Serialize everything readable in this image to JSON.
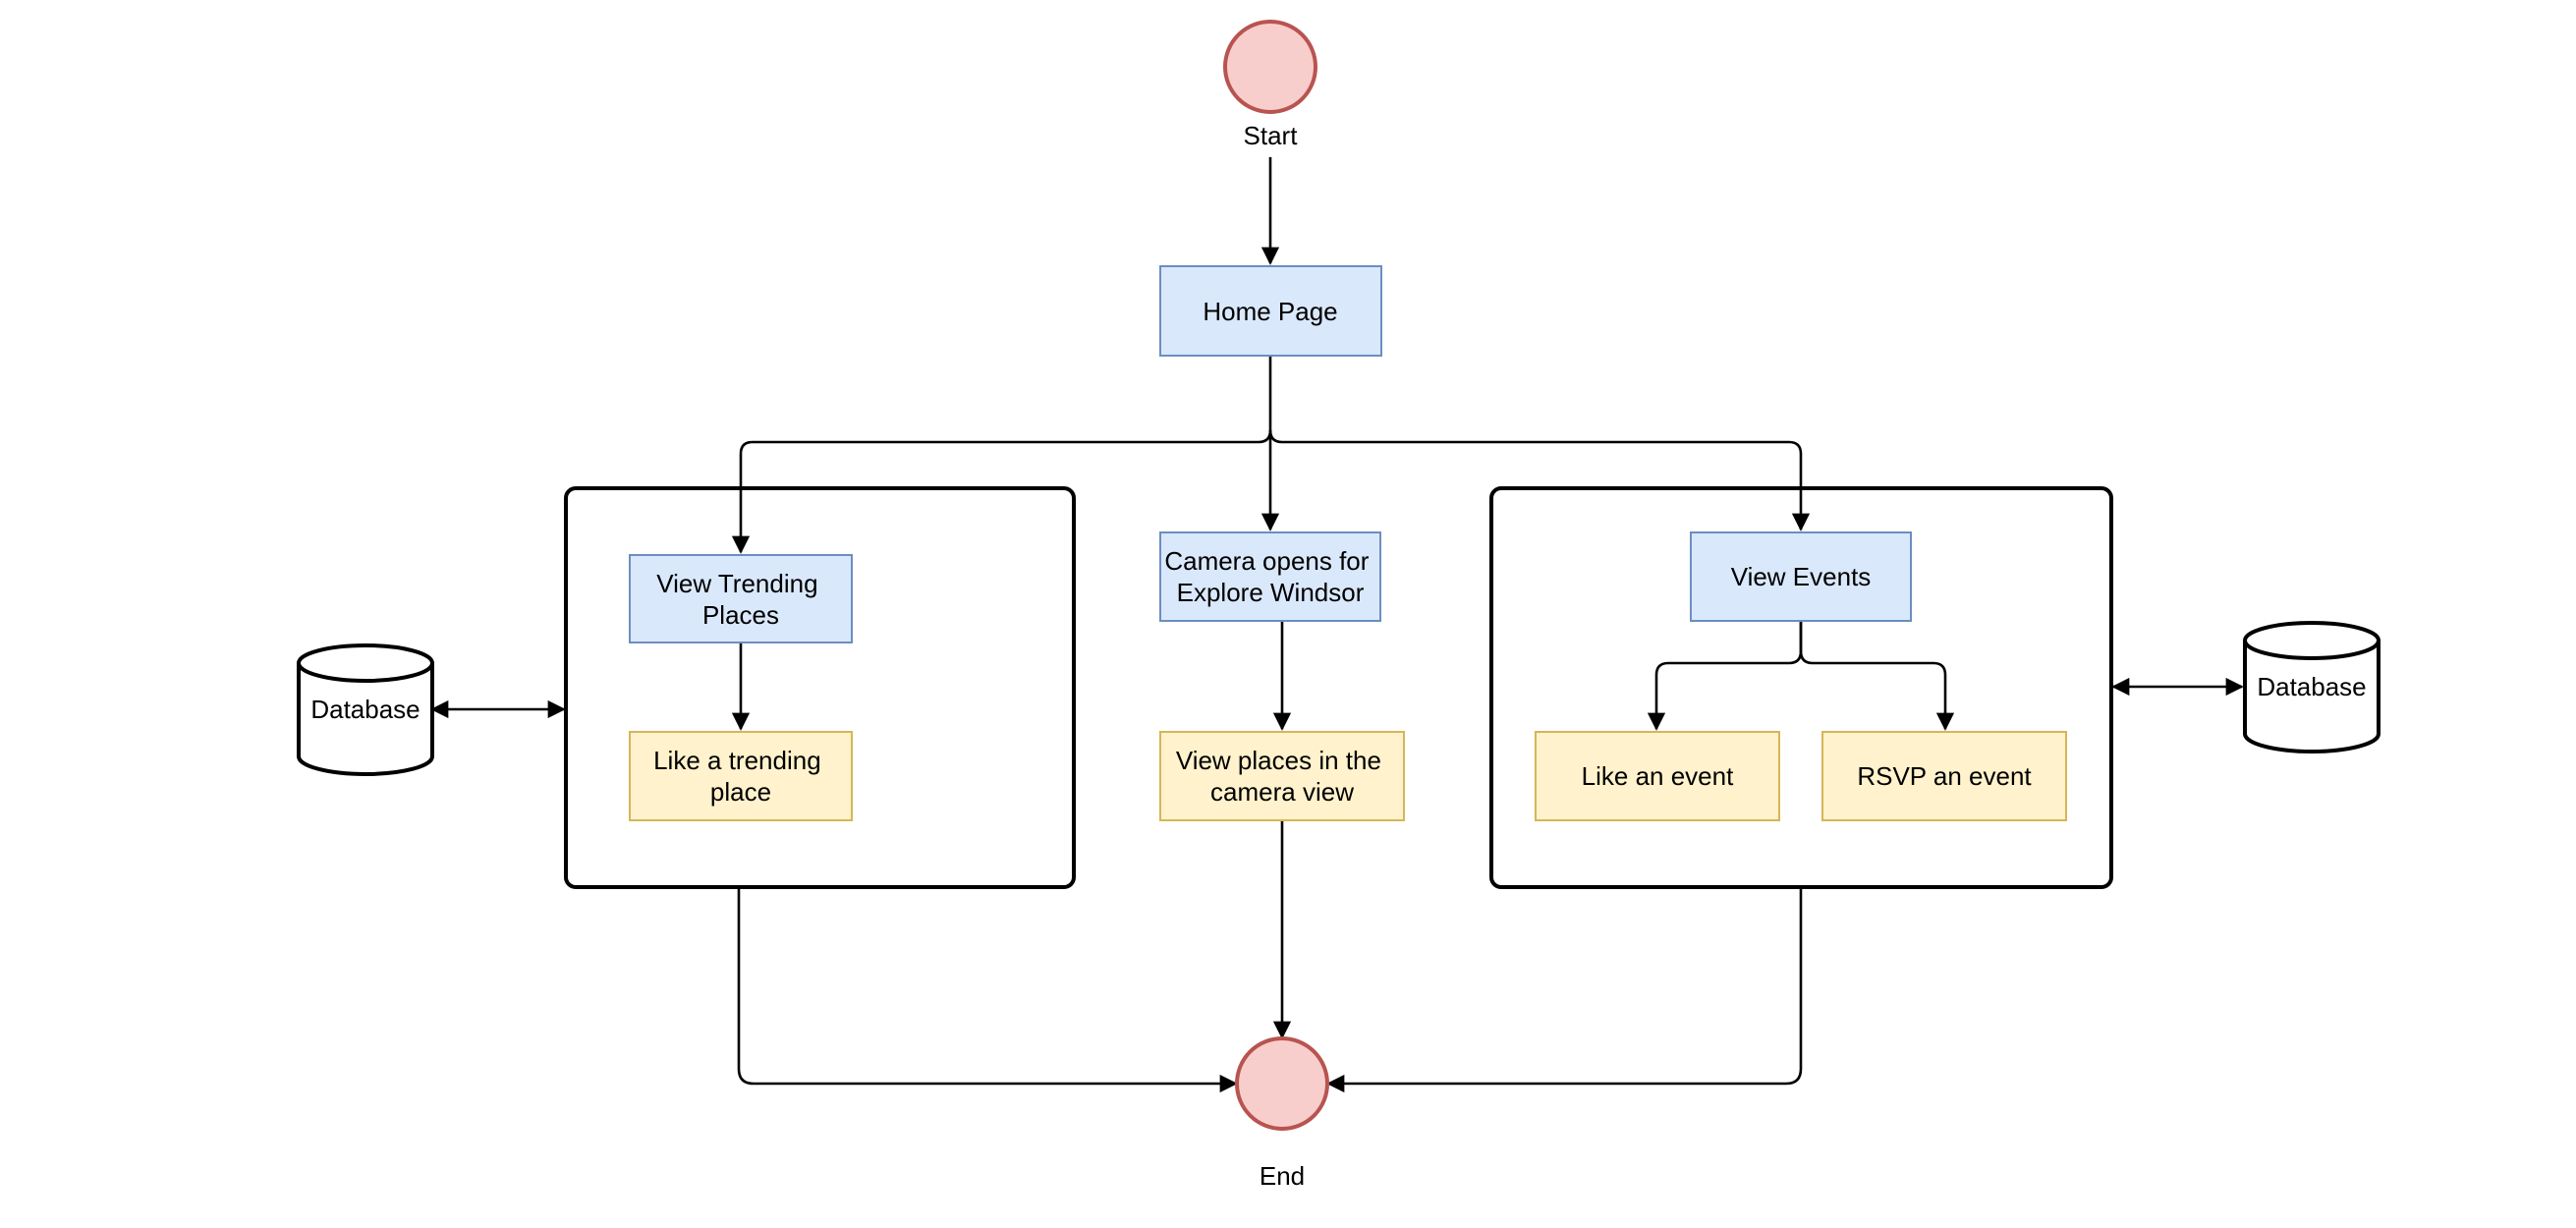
{
  "colors": {
    "process_fill": "#dae8fc",
    "process_stroke": "#6c8ebf",
    "action_fill": "#fff2cc",
    "action_stroke": "#d6b656",
    "terminal_fill": "#f8cecc",
    "terminal_stroke": "#b85450",
    "line": "#000000"
  },
  "nodes": {
    "start": {
      "label": "Start"
    },
    "end": {
      "label": "End"
    },
    "home_page": {
      "label": "Home Page"
    },
    "view_trending": {
      "lines": [
        "View Trending",
        "Places"
      ]
    },
    "like_trending": {
      "lines": [
        "Like a trending",
        "place"
      ]
    },
    "camera": {
      "lines": [
        "Camera opens for",
        "Explore Windsor"
      ]
    },
    "view_places": {
      "lines": [
        "View places in the",
        "camera view"
      ]
    },
    "view_events": {
      "label": "View Events"
    },
    "like_event": {
      "label": "Like an event"
    },
    "rsvp_event": {
      "label": "RSVP an event"
    },
    "db_left": {
      "label": "Database"
    },
    "db_right": {
      "label": "Database"
    }
  }
}
